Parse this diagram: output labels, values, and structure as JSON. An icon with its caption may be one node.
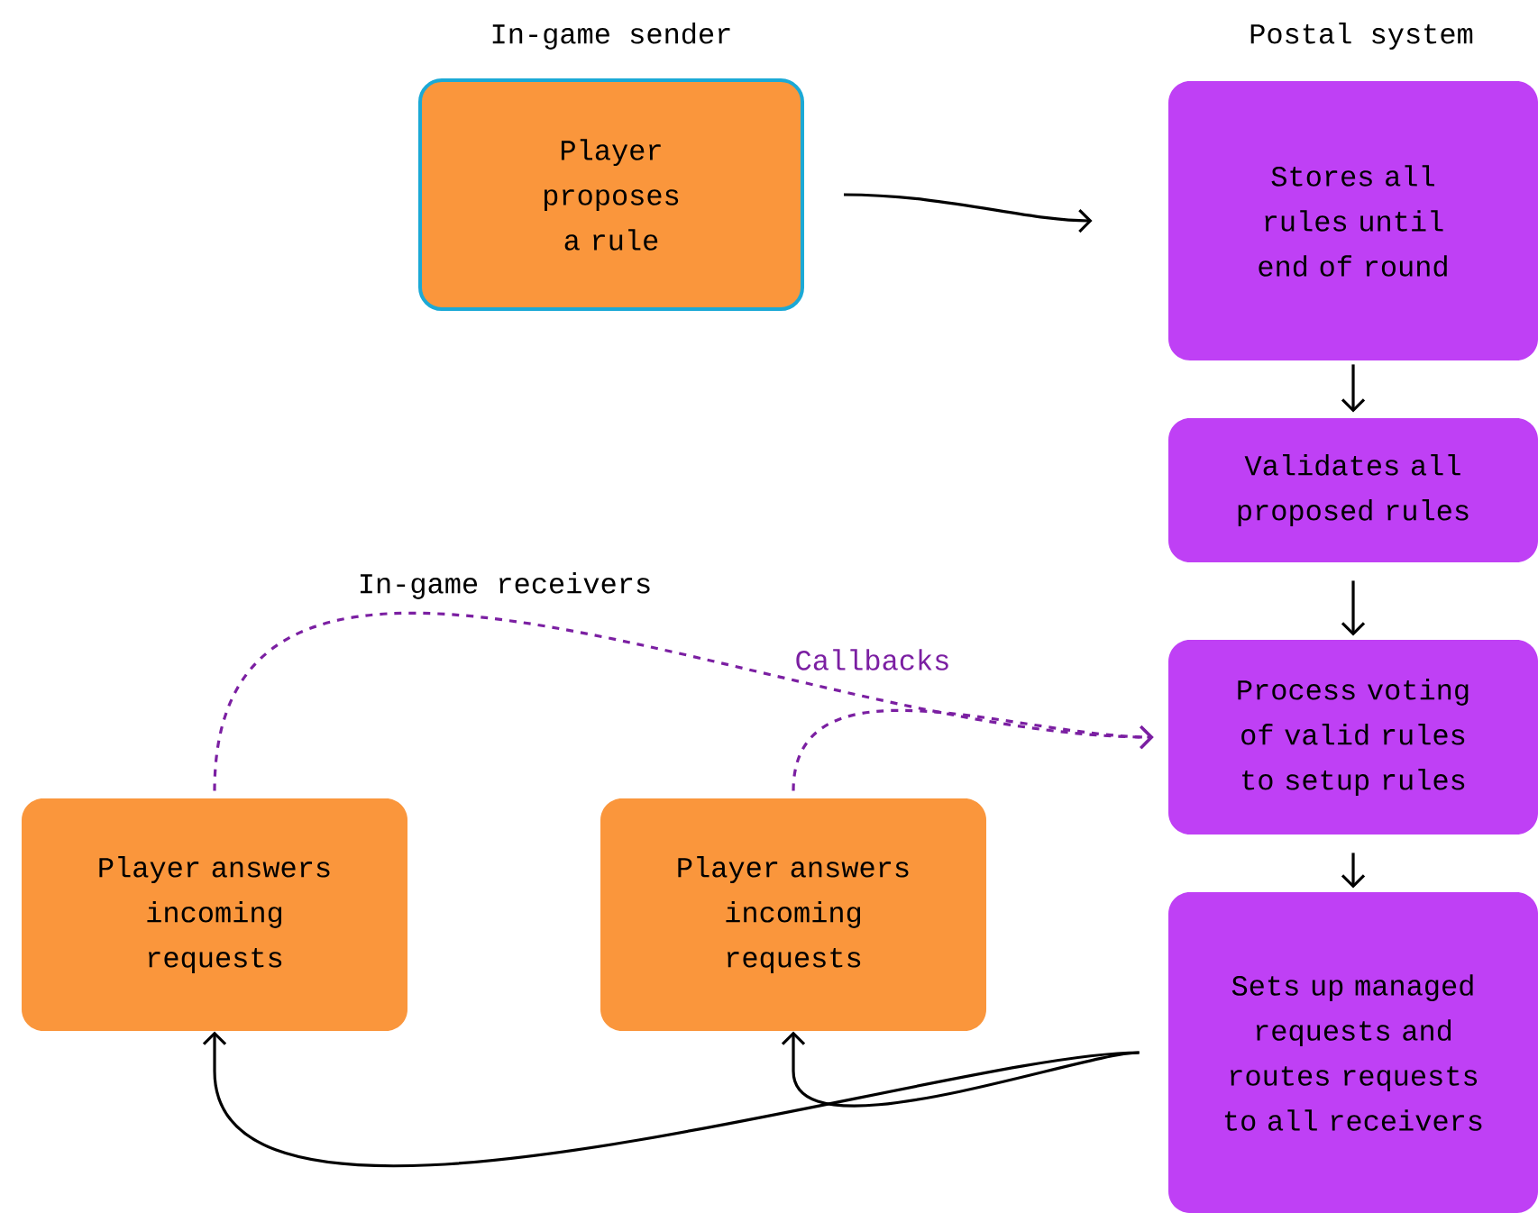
{
  "diagram": {
    "nodes": [
      {
        "text": [
          "Player proposes a rule"
        ]
      },
      {
        "text": [
          "Stores all rules until end of round"
        ]
      },
      {
        "text": [
          "Validates all proposed rules"
        ]
      },
      {
        "text": [
          "Process voting of valid rules to setup rules"
        ]
      },
      {
        "text": [
          "Sets up managed requests and routes requests to all receivers"
        ]
      },
      {
        "text": [
          "Player answers incoming requests"
        ]
      },
      {
        "text": [
          "Player answers incoming requests"
        ]
      }
    ],
    "edges": [
      {
        "from": 0,
        "to": 1,
        "arrow": "to"
      },
      {
        "from": 1,
        "to": 2,
        "arrow": "to"
      },
      {
        "from": 2,
        "to": 3,
        "arrow": "to"
      },
      {
        "from": 3,
        "to": 4,
        "arrow": "to"
      },
      {
        "from": 4,
        "to": 5,
        "arrow": "to"
      },
      {
        "from": 4,
        "to": 6,
        "arrow": "to"
      },
      {
        "from": 5,
        "to": 3,
        "arrow": "to",
        "style": "dashed",
        "color": "#7b1fa2",
        "label": "Callbacks"
      },
      {
        "from": 6,
        "to": 3,
        "arrow": "to",
        "style": "dashed",
        "color": "#7b1fa2"
      }
    ],
    "labels": [
      "In-game sender",
      "Postal system",
      "In-game receivers"
    ]
  }
}
